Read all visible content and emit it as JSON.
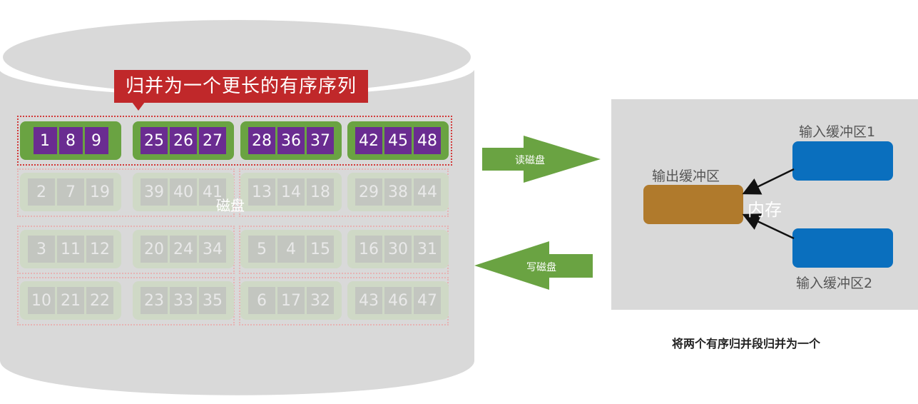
{
  "disk": {
    "label": "磁盘",
    "callout": "归并为一个更长的有序序列",
    "rows": [
      {
        "active": true,
        "groups": [
          [
            1,
            8,
            9
          ],
          [
            25,
            26,
            27
          ],
          [
            28,
            36,
            37
          ],
          [
            42,
            45,
            48
          ]
        ]
      },
      {
        "active": false,
        "groups": [
          [
            2,
            7,
            19
          ],
          [
            39,
            40,
            41
          ],
          [
            13,
            14,
            18
          ],
          [
            29,
            38,
            44
          ]
        ]
      },
      {
        "active": false,
        "groups": [
          [
            3,
            11,
            12
          ],
          [
            20,
            24,
            34
          ],
          [
            5,
            4,
            15
          ],
          [
            16,
            30,
            31
          ]
        ]
      },
      {
        "active": false,
        "groups": [
          [
            10,
            21,
            22
          ],
          [
            23,
            33,
            35
          ],
          [
            6,
            17,
            32
          ],
          [
            43,
            46,
            47
          ]
        ]
      }
    ]
  },
  "arrows": {
    "read": "读磁盘",
    "write": "写磁盘"
  },
  "memory": {
    "label": "内存",
    "output_buffer": "输出缓冲区",
    "input_buffer_1": "输入缓冲区1",
    "input_buffer_2": "输入缓冲区2"
  },
  "caption": "将两个有序归并段归并为一个",
  "colors": {
    "disk": "#d9d9d9",
    "green_group": "#6aa342",
    "purple_cell": "#6a2c91",
    "callout": "#c0282a",
    "arrow": "#6aa342",
    "output_buffer": "#b07a2c",
    "input_buffer": "#0a6fbe"
  }
}
